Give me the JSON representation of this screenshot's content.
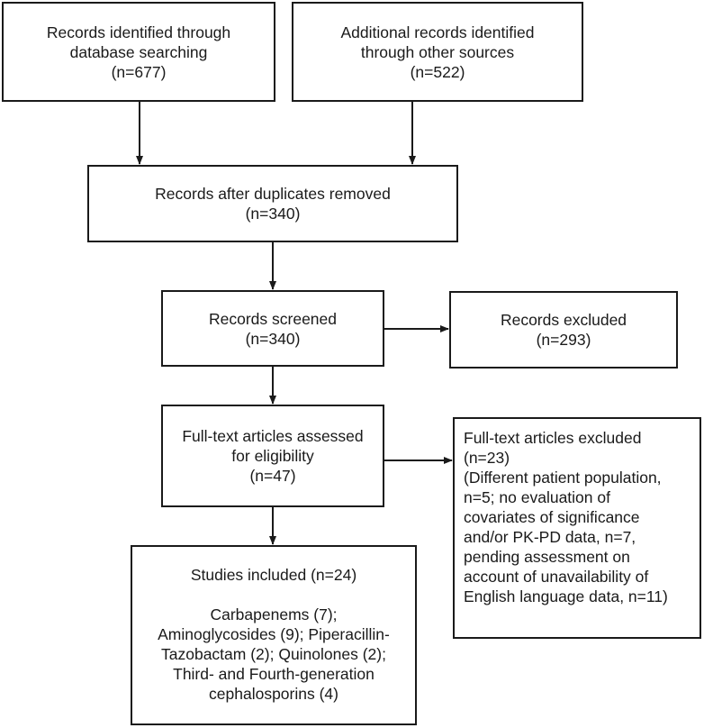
{
  "identification": {
    "database": {
      "lines": [
        "Records identified through",
        "database searching",
        "(n=677)"
      ]
    },
    "other": {
      "lines": [
        "Additional records identified",
        "through other sources",
        "(n=522)"
      ]
    }
  },
  "duplicates_removed": {
    "lines": [
      "Records after duplicates removed",
      "(n=340)"
    ]
  },
  "screened": {
    "lines": [
      "Records screened",
      "(n=340)"
    ]
  },
  "excluded": {
    "lines": [
      "Records excluded",
      "(n=293)"
    ]
  },
  "eligibility": {
    "lines": [
      "Full-text articles assessed",
      "for eligibility",
      "(n=47)"
    ]
  },
  "fulltext_excluded": {
    "lines": [
      "Full-text articles excluded",
      "(n=23)",
      "(Different patient population,",
      "n=5; no evaluation of",
      "covariates of significance",
      "and/or PK-PD data, n=7,",
      "pending assessment on",
      "account of unavailability of",
      "English language data, n=11)"
    ]
  },
  "included": {
    "title": "Studies included (n=24)",
    "lines": [
      "Carbapenems (7);",
      "Aminoglycosides (9); Piperacillin-",
      "Tazobactam (2); Quinolones (2);",
      "Third- and Fourth-generation",
      "cephalosporins (4)"
    ]
  }
}
